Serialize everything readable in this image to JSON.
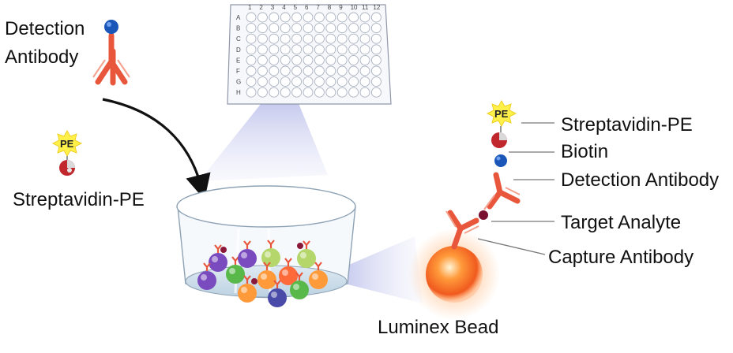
{
  "labels": {
    "detection_antibody_left_line1": "Detection",
    "detection_antibody_left_line2": "Antibody",
    "streptavidin_pe_left": "Streptavidin-PE",
    "streptavidin_pe_right": "Streptavidin-PE",
    "biotin": "Biotin",
    "detection_antibody_right": "Detection Antibody",
    "target_analyte": "Target Analyte",
    "capture_antibody": "Capture Antibody",
    "luminex_bead": "Luminex Bead",
    "pe_badge_left": "PE",
    "pe_badge_right": "PE"
  },
  "plate": {
    "rows": [
      "A",
      "B",
      "C",
      "D",
      "E",
      "F",
      "G",
      "H"
    ],
    "columns": [
      "1",
      "2",
      "3",
      "4",
      "5",
      "6",
      "7",
      "8",
      "9",
      "10",
      "11",
      "12"
    ]
  },
  "colors": {
    "antibody": "#e8573c",
    "biotin": "#1a56b8",
    "streptavidin": "#c0282d",
    "pe_star": "#fff04a",
    "bead": "#ff7a2a",
    "beam": "#8a8fd6",
    "arrow": "#111111"
  }
}
